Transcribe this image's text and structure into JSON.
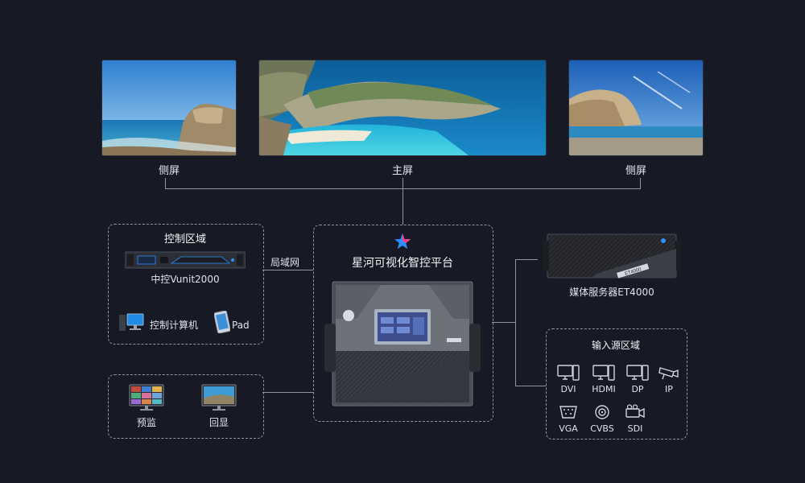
{
  "screens": {
    "left_label": "侧屏",
    "center_label": "主屏",
    "right_label": "侧屏"
  },
  "control_area": {
    "title": "控制区域",
    "device_label": "中控Vunit2000",
    "computer_label": "控制计算机",
    "pad_label": "Pad"
  },
  "lan_label": "局域网",
  "platform": {
    "title": "星河可视化智控平台"
  },
  "preview": {
    "preview_label": "预监",
    "playback_label": "回显"
  },
  "media_server": {
    "label": "媒体服务器ET4000",
    "chassis_text": "ET4000"
  },
  "input_area": {
    "title": "输入源区域",
    "sources": [
      {
        "label": "DVI",
        "icon": "monitor-pc-icon"
      },
      {
        "label": "HDMI",
        "icon": "monitor-pc-icon"
      },
      {
        "label": "DP",
        "icon": "monitor-pc-icon"
      },
      {
        "label": "IP",
        "icon": "ip-camera-icon"
      },
      {
        "label": "VGA",
        "icon": "vga-connector-icon"
      },
      {
        "label": "CVBS",
        "icon": "cvbs-connector-icon"
      },
      {
        "label": "SDI",
        "icon": "sdi-camera-icon"
      }
    ]
  },
  "colors": {
    "background": "#171a25",
    "line": "#8d95a8",
    "accent_blue": "#2e8dff",
    "accent_pink": "#ff3d8b"
  }
}
